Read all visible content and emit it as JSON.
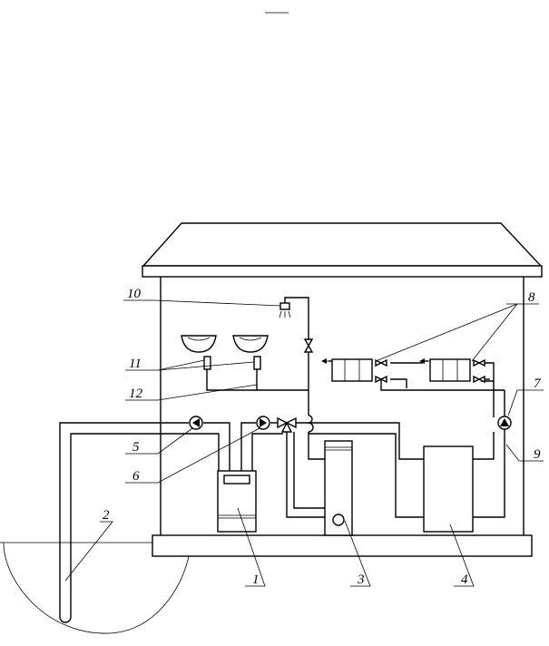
{
  "page_number": "",
  "callouts": {
    "c1": "1",
    "c2": "2",
    "c3": "3",
    "c4": "4",
    "c5": "5",
    "c6": "6",
    "c7": "7",
    "c8": "8",
    "c9": "9",
    "c10": "10",
    "c11": "11",
    "c12": "12"
  }
}
